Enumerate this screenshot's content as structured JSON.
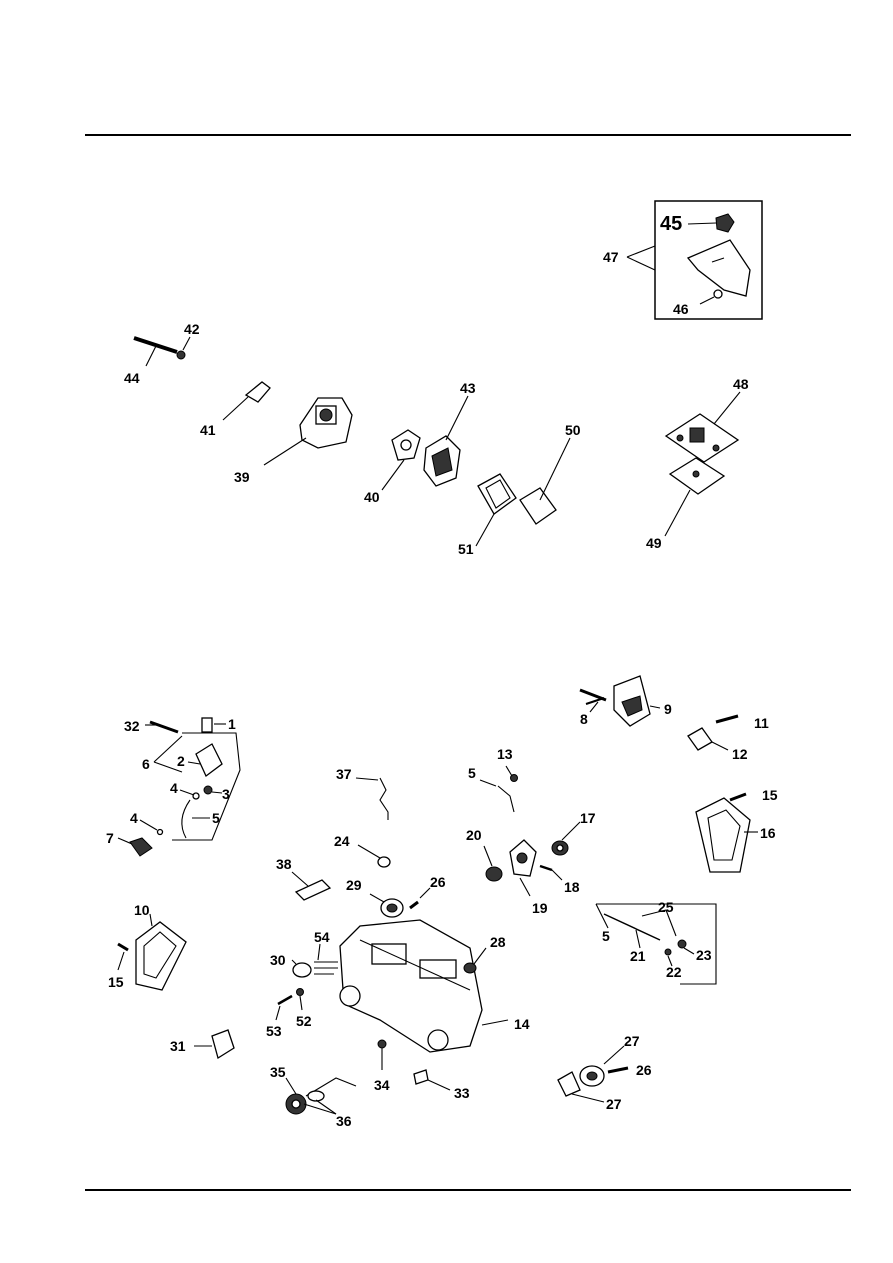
{
  "labels": {
    "l1": "1",
    "l2": "2",
    "l3": "3",
    "l4a": "4",
    "l4b": "4",
    "l5a": "5",
    "l5b": "5",
    "l5c": "5",
    "l6": "6",
    "l7": "7",
    "l8": "8",
    "l9": "9",
    "l10": "10",
    "l11": "11",
    "l12": "12",
    "l13": "13",
    "l14": "14",
    "l15a": "15",
    "l15b": "15",
    "l16": "16",
    "l17": "17",
    "l18": "18",
    "l19": "19",
    "l20": "20",
    "l21": "21",
    "l22": "22",
    "l23": "23",
    "l24": "24",
    "l25": "25",
    "l26a": "26",
    "l26b": "26",
    "l27a": "27",
    "l27b": "27",
    "l28": "28",
    "l29": "29",
    "l30": "30",
    "l31": "31",
    "l32": "32",
    "l33": "33",
    "l34": "34",
    "l35": "35",
    "l36": "36",
    "l37": "37",
    "l38": "38",
    "l39": "39",
    "l40": "40",
    "l41": "41",
    "l42": "42",
    "l43": "43",
    "l44": "44",
    "l45": "45",
    "l46": "46",
    "l47": "47",
    "l48": "48",
    "l49": "49",
    "l50": "50",
    "l51": "51",
    "l52": "52",
    "l53": "53",
    "l54": "54"
  }
}
